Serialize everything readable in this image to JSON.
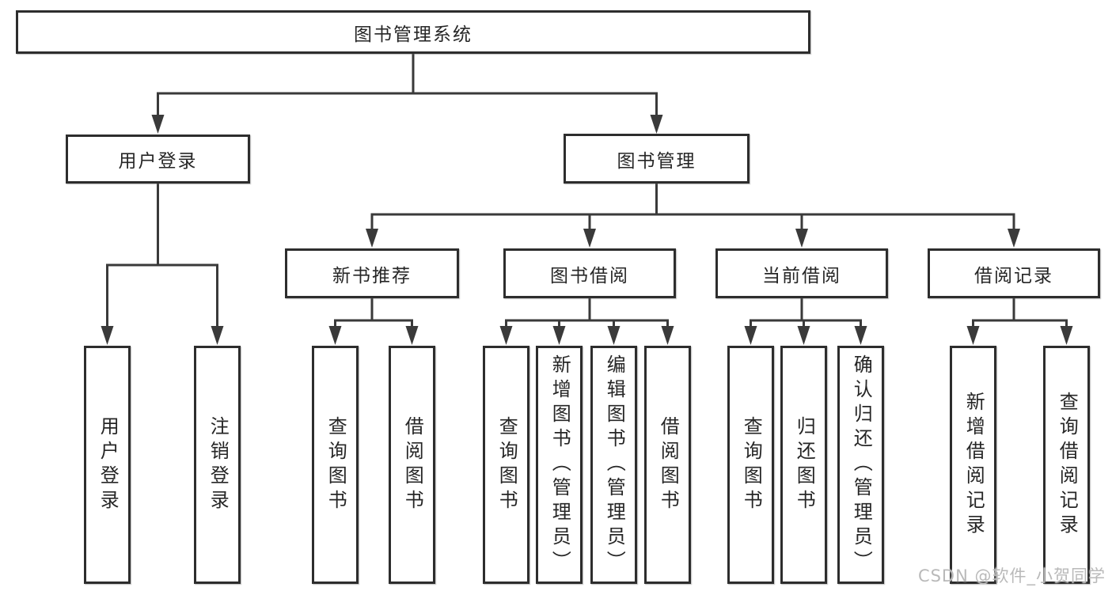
{
  "colors": {
    "background": "#ffffff",
    "line": "#3a3a3a",
    "box_border": "#2d2d2d",
    "text": "#262626",
    "watermark": "#b9b9b9"
  },
  "watermark": {
    "text": "CSDN @软件_小贺同学"
  },
  "tree": {
    "label": "图书管理系统",
    "children": [
      {
        "label": "用户登录",
        "children": [
          {
            "label": "用户登录"
          },
          {
            "label": "注销登录"
          }
        ]
      },
      {
        "label": "图书管理",
        "children": [
          {
            "label": "新书推荐",
            "children": [
              {
                "label": "查询图书"
              },
              {
                "label": "借阅图书"
              }
            ]
          },
          {
            "label": "图书借阅",
            "children": [
              {
                "label": "查询图书"
              },
              {
                "label": "新增图书（管理员）"
              },
              {
                "label": "编辑图书（管理员）"
              },
              {
                "label": "借阅图书"
              }
            ]
          },
          {
            "label": "当前借阅",
            "children": [
              {
                "label": "查询图书"
              },
              {
                "label": "归还图书"
              },
              {
                "label": "确认归还（管理员）"
              }
            ]
          },
          {
            "label": "借阅记录",
            "children": [
              {
                "label": "新增借阅记录"
              },
              {
                "label": "查询借阅记录"
              }
            ]
          }
        ]
      }
    ]
  }
}
